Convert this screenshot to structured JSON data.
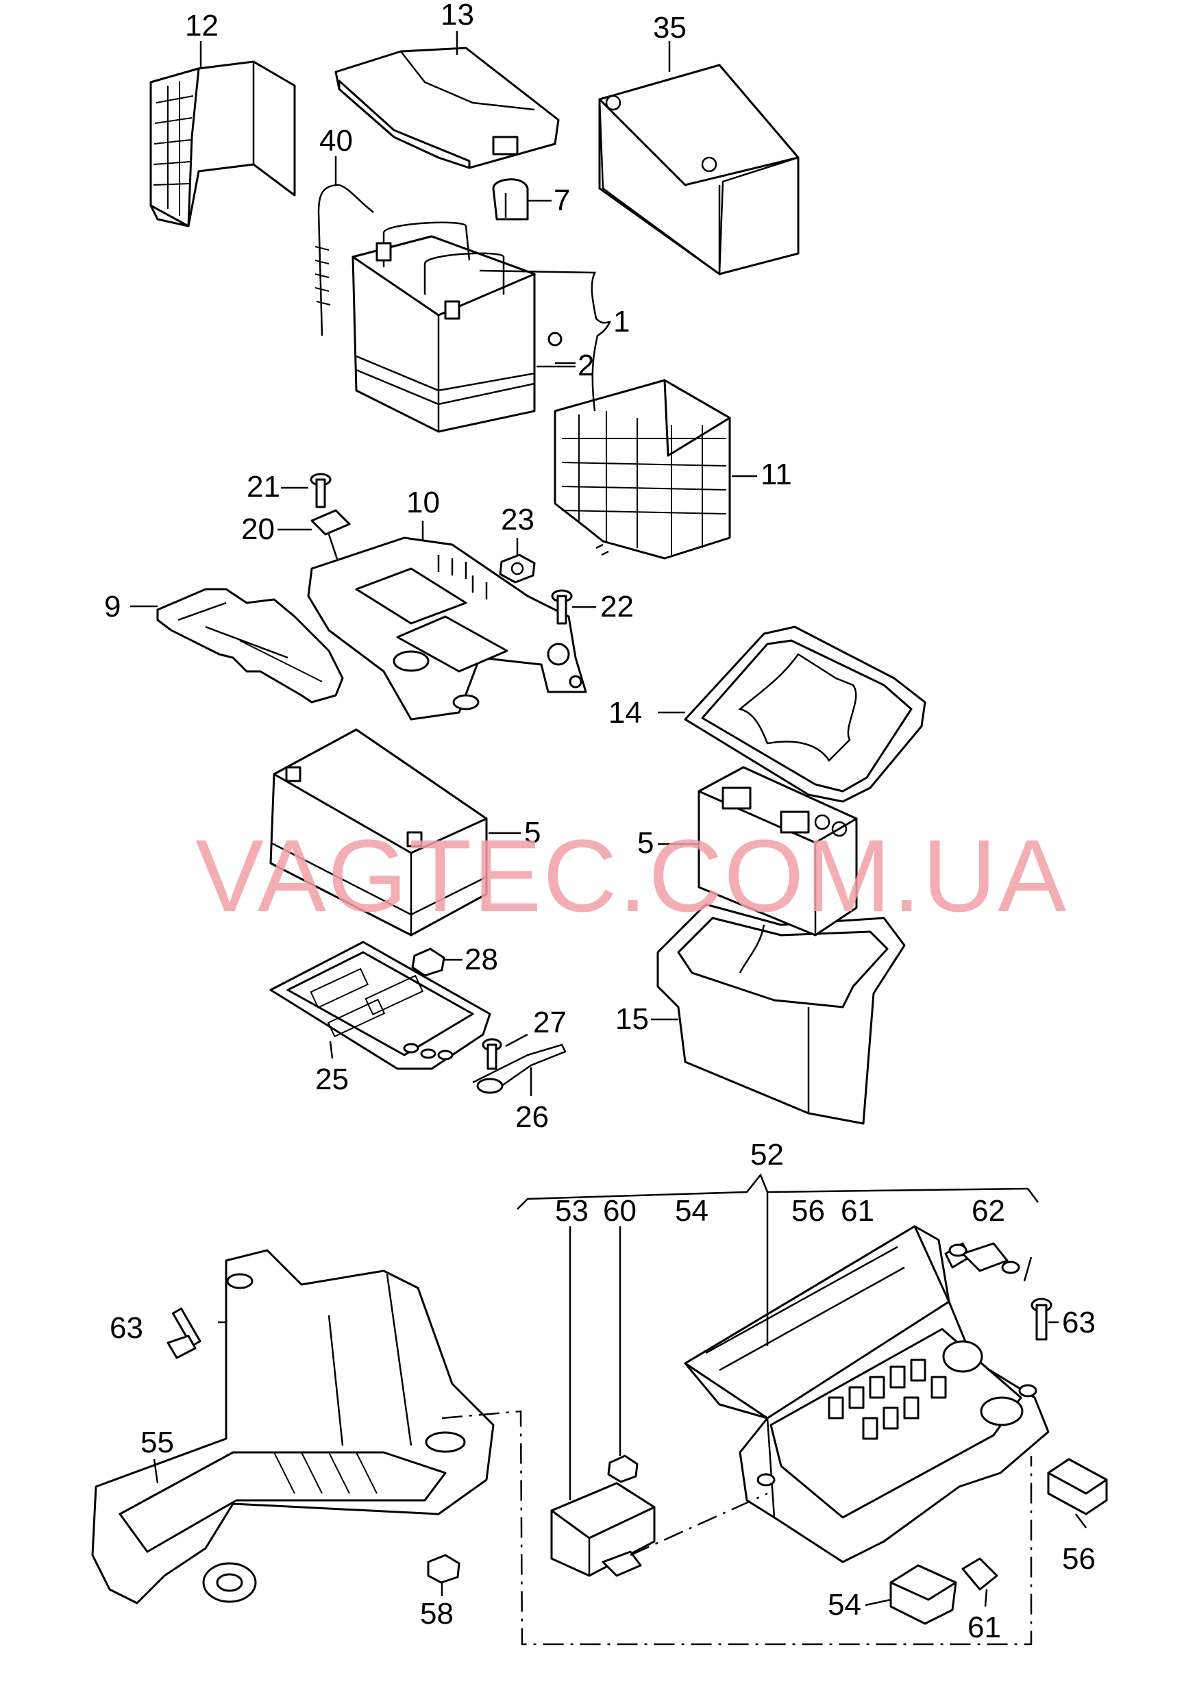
{
  "watermark": "VAGTEC.COM.UA",
  "callouts": {
    "c12": "12",
    "c13": "13",
    "c35": "35",
    "c40": "40",
    "c7": "7",
    "c1": "1",
    "c2": "2",
    "c11": "11",
    "c21": "21",
    "c20": "20",
    "c10": "10",
    "c23": "23",
    "c9": "9",
    "c22": "22",
    "c14": "14",
    "c5a": "5",
    "c5b": "5",
    "c28": "28",
    "c27": "27",
    "c25": "25",
    "c26": "26",
    "c15": "15",
    "c52": "52",
    "c53": "53",
    "c60": "60",
    "c54a": "54",
    "c56a": "56",
    "c61a": "61",
    "c62": "62",
    "c63a": "63",
    "c63b": "63",
    "c55": "55",
    "c58": "58",
    "c56b": "56",
    "c54b": "54",
    "c61b": "61"
  },
  "icons": [
    "battery-icon",
    "battery-cover-icon",
    "battery-tray-icon",
    "battery-box-icon",
    "bolt-icon",
    "nut-icon",
    "clamp-icon",
    "relay-icon",
    "connector-icon",
    "fuse-box-icon",
    "bracket-icon",
    "vent-hose-icon"
  ]
}
